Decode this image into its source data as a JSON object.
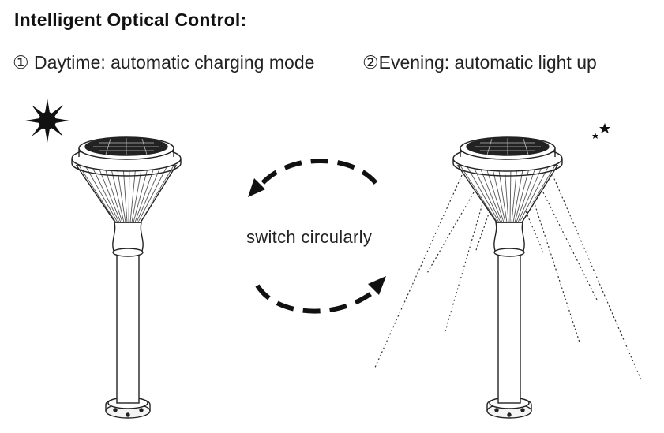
{
  "title": "Intelligent Optical Control:",
  "captions": {
    "day": "① Daytime: automatic charging mode",
    "night": "②Evening: automatic light up"
  },
  "center_label": "switch circularly",
  "icons": {
    "sun": "sun-icon",
    "moon": "moon-star-icon",
    "arrows": "circular-arrows"
  }
}
